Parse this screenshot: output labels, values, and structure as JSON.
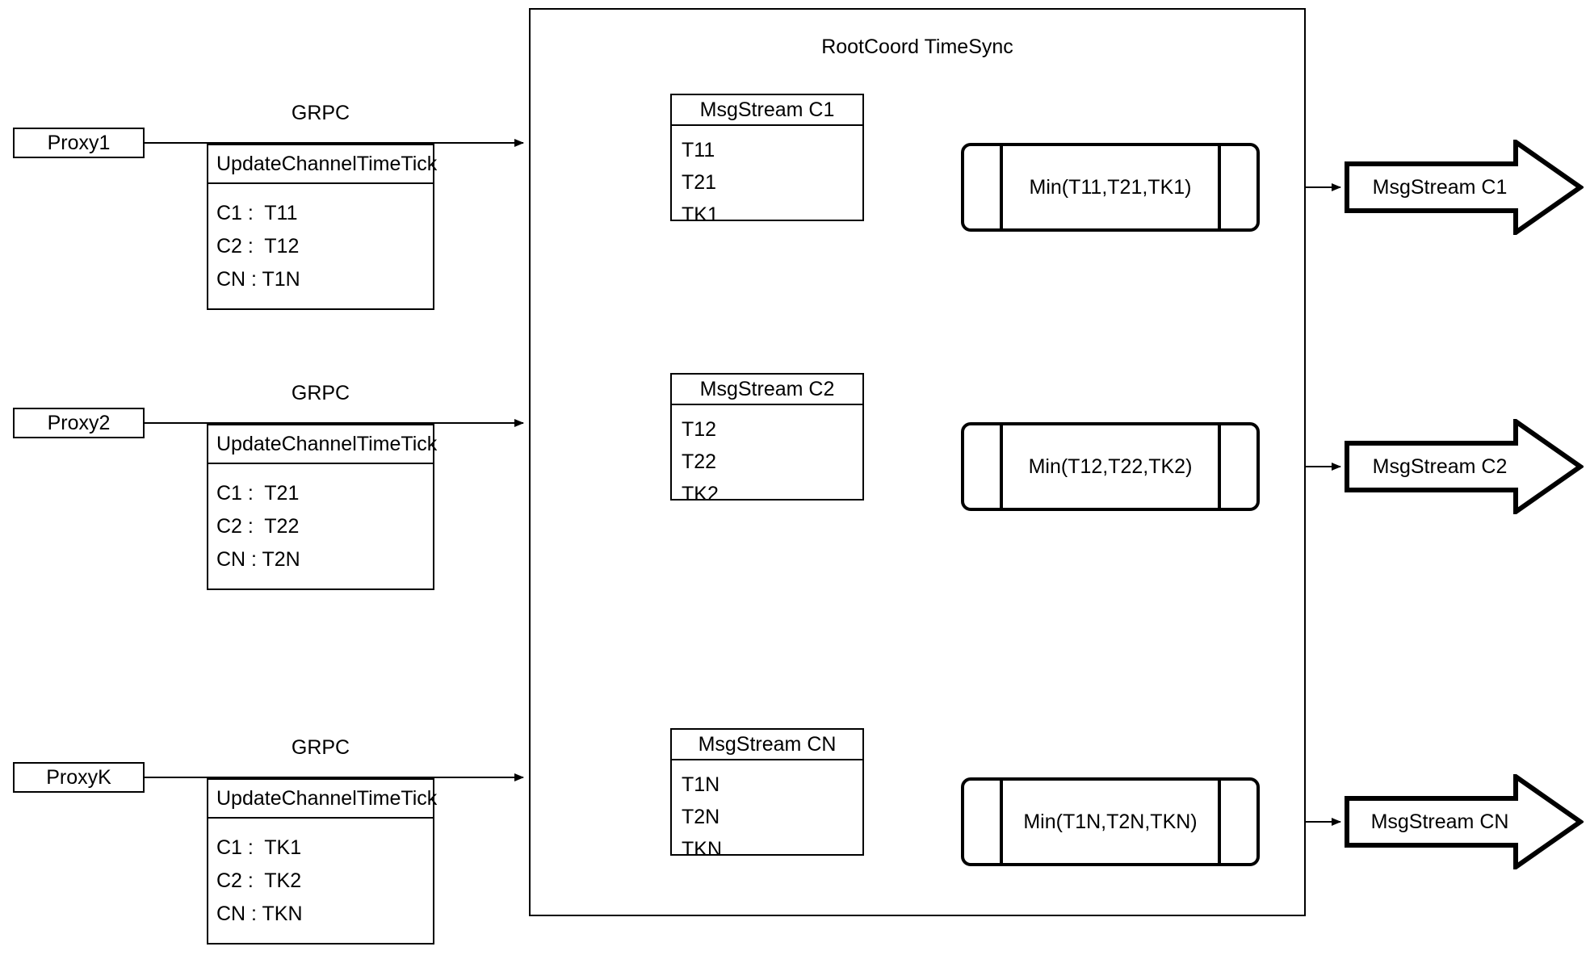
{
  "diagram": {
    "container_title": "RootCoord TimeSync",
    "accent_color": "#000000",
    "background_color": "#ffffff"
  },
  "proxies": [
    {
      "name": "Proxy1",
      "link_label": "GRPC",
      "request": {
        "title": "UpdateChannelTimeTick",
        "rows": [
          "C1 :  T11",
          "C2 :  T12",
          "CN : T1N"
        ]
      }
    },
    {
      "name": "Proxy2",
      "link_label": "GRPC",
      "request": {
        "title": "UpdateChannelTimeTick",
        "rows": [
          "C1 :  T21",
          "C2 :  T22",
          "CN : T2N"
        ]
      }
    },
    {
      "name": "ProxyK",
      "link_label": "GRPC",
      "request": {
        "title": "UpdateChannelTimeTick",
        "rows": [
          "C1 :  TK1",
          "C2 :  TK2",
          "CN : TKN"
        ]
      }
    }
  ],
  "channels": [
    {
      "stream_title": "MsgStream C1",
      "ticks": [
        "T11",
        "T21",
        "TK1"
      ],
      "min_label": "Min(T11,T21,TK1)",
      "output_label": "MsgStream C1"
    },
    {
      "stream_title": "MsgStream C2",
      "ticks": [
        "T12",
        "T22",
        "TK2"
      ],
      "min_label": "Min(T12,T22,TK2)",
      "output_label": "MsgStream C2"
    },
    {
      "stream_title": "MsgStream CN",
      "ticks": [
        "T1N",
        "T2N",
        "TKN"
      ],
      "min_label": "Min(T1N,T2N,TKN)",
      "output_label": "MsgStream CN"
    }
  ]
}
